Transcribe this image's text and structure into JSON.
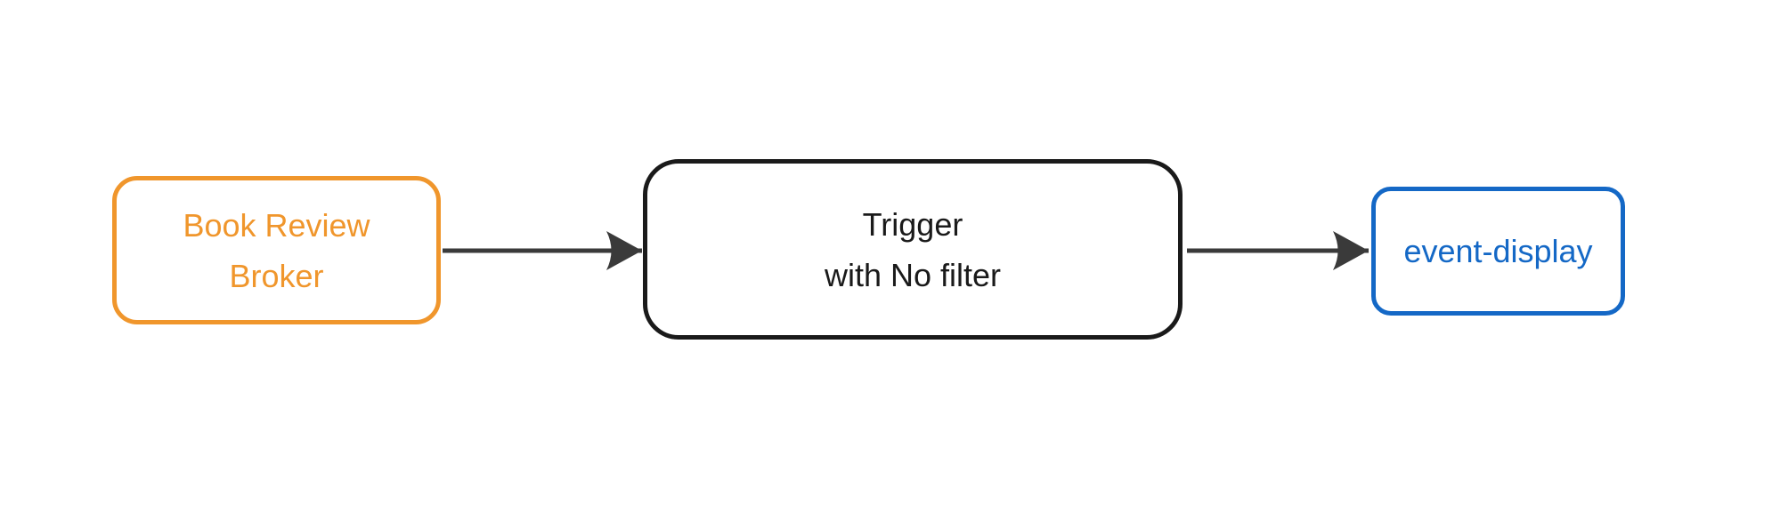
{
  "diagram": {
    "description": "Event flow diagram: broker to trigger to sink",
    "nodes": [
      {
        "id": "broker",
        "label": "Book Review\nBroker",
        "border_color": "#F0962C",
        "text_color": "#F0962C"
      },
      {
        "id": "trigger",
        "label": "Trigger\nwith No filter",
        "border_color": "#1A1A1A",
        "text_color": "#1A1A1A"
      },
      {
        "id": "event-display",
        "label": "event-display",
        "border_color": "#1468C6",
        "text_color": "#1468C6"
      }
    ],
    "edges": [
      {
        "from": "broker",
        "to": "trigger",
        "color": "#3A3A3A"
      },
      {
        "from": "trigger",
        "to": "event-display",
        "color": "#3A3A3A"
      }
    ]
  },
  "colors": {
    "accent-orange": "#F0962C",
    "accent-blue": "#1468C6",
    "node-dark": "#1A1A1A",
    "arrow-color": "#3A3A3A",
    "canvas-bg": "#FFFFFF"
  }
}
